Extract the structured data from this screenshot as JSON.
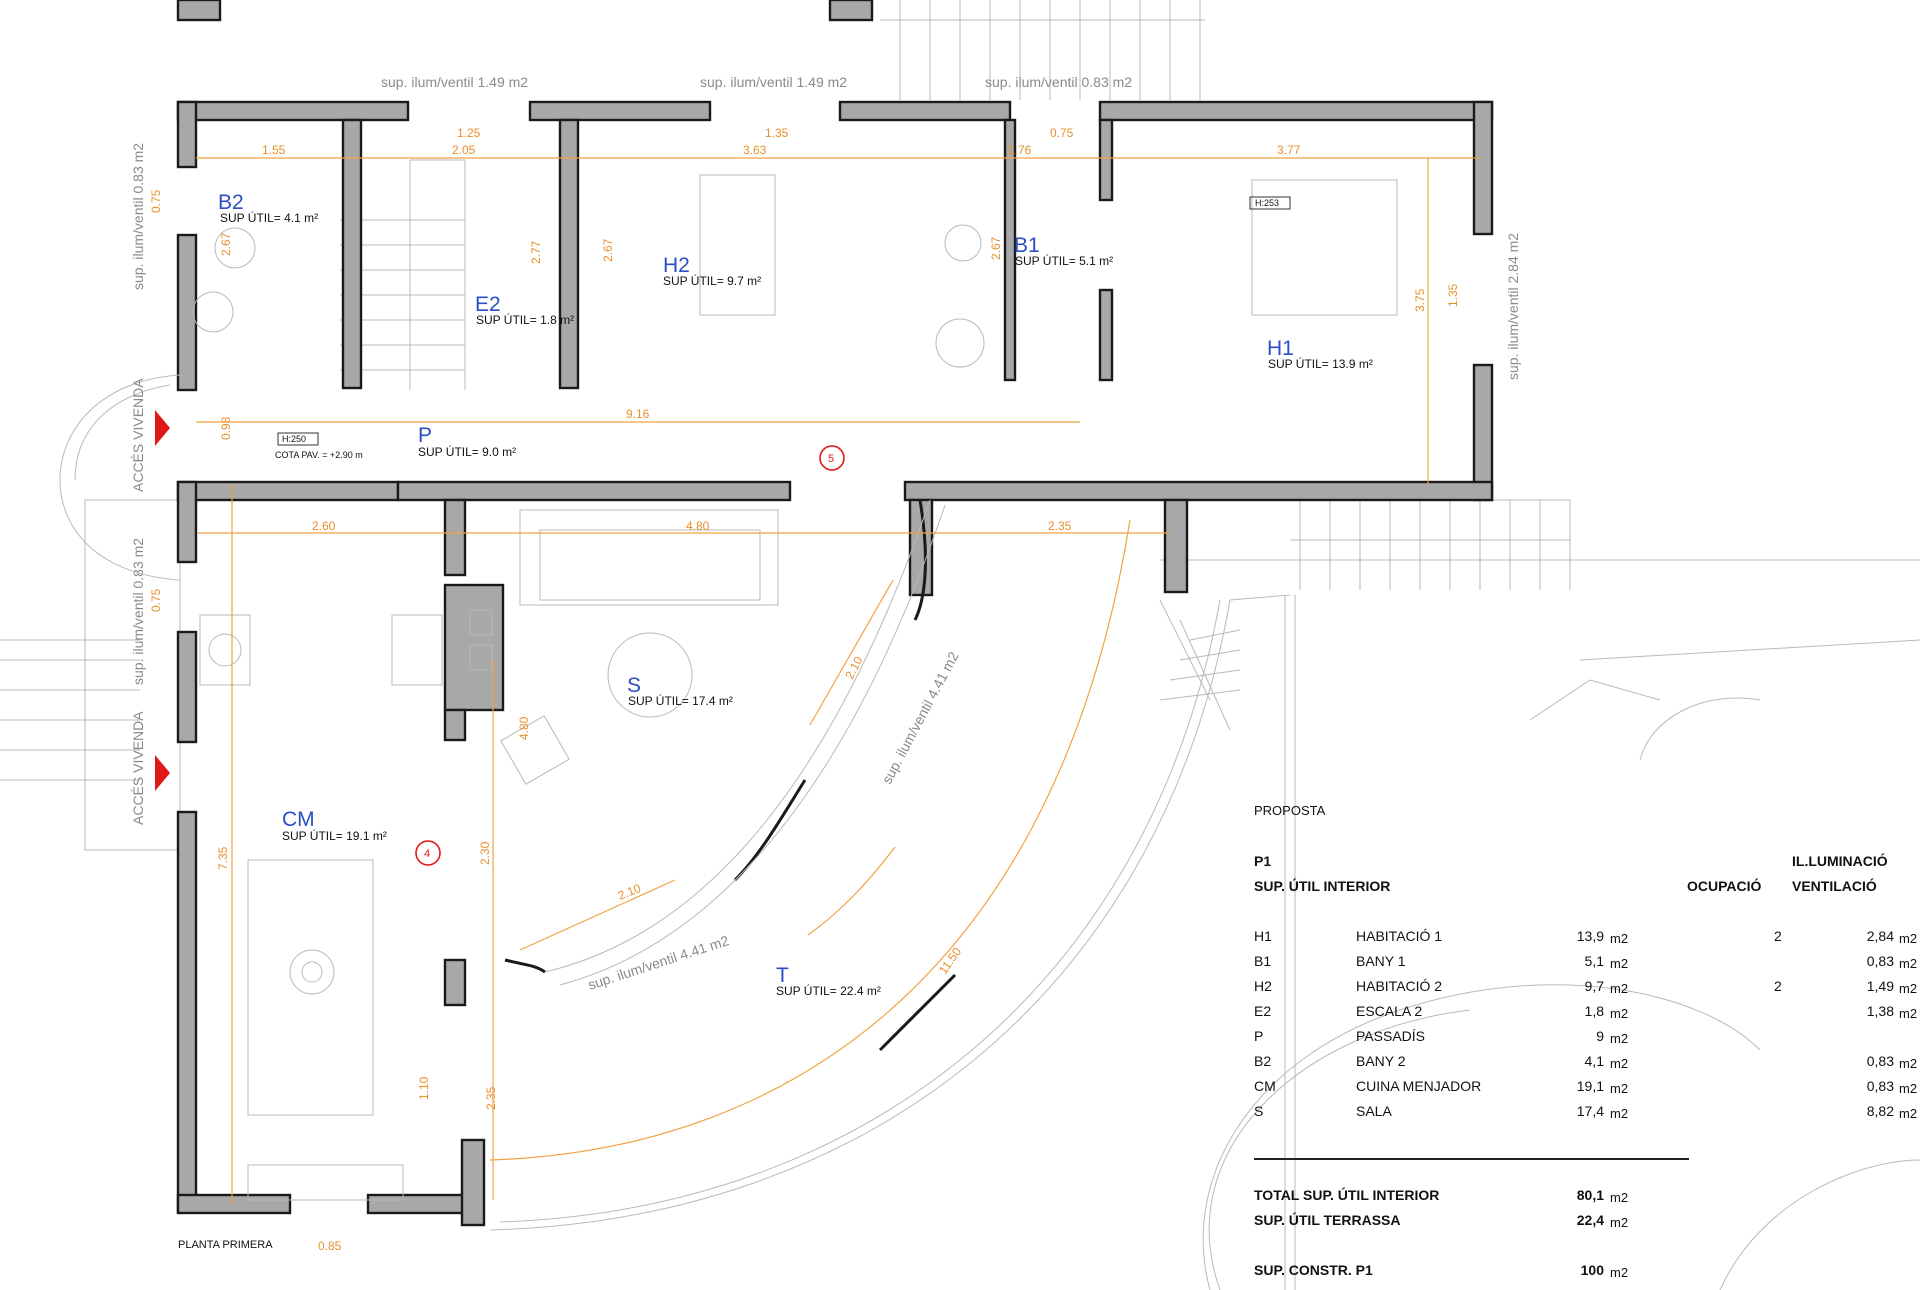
{
  "rooms": [
    {
      "code": "B2",
      "sup": "SUP ÚTIL= 4.1   m²"
    },
    {
      "code": "E2",
      "sup": "SUP ÚTIL= 1.8   m²"
    },
    {
      "code": "H2",
      "sup": "SUP ÚTIL= 9.7   m²"
    },
    {
      "code": "B1",
      "sup": "SUP ÚTIL= 5.1   m²"
    },
    {
      "code": "H1",
      "sup": "SUP ÚTIL= 13.9 m²"
    },
    {
      "code": "P",
      "sup": "SUP ÚTIL= 9.0   m²"
    },
    {
      "code": "S",
      "sup": "SUP ÚTIL= 17.4 m²"
    },
    {
      "code": "CM",
      "sup": "SUP ÚTIL= 19.1 m²"
    },
    {
      "code": "T",
      "sup": "SUP ÚTIL= 22.4 m²"
    }
  ],
  "windows": [
    "sup. ilum/ventil 1.49 m2",
    "sup. ilum/ventil 1.49 m2",
    "sup. ilum/ventil 0.83 m2",
    "sup. ilum/ventil 0.83 m2",
    "sup. ilum/ventil 2.84 m2",
    "sup. ilum/ventil 0.83 m2",
    "sup. ilum/ventil 4.41 m2",
    "sup. ilum/ventil 4.41 m2"
  ],
  "dimensions": [
    "1.55",
    "1.25",
    "2.05",
    "1.35",
    "3.63",
    "0.75",
    "1.76",
    "3.77",
    "0.75",
    "2.67",
    "2.77",
    "2.67",
    "2.67",
    "3.75",
    "1.35",
    "9.16",
    "0.98",
    "2.60",
    "4.80",
    "2.35",
    "0.75",
    "2.10",
    "4.80",
    "2.30",
    "2.10",
    "11.50",
    "7.35",
    "1.10",
    "2.35",
    "0.85"
  ],
  "access": [
    "ACCÉS VIVENDA",
    "ACCÉS VIVENDA"
  ],
  "heights": [
    "H:253",
    "H:250"
  ],
  "cota": "COTA PAV. = +2.90 m",
  "markers": [
    "5",
    "4"
  ],
  "plan_label": "PLANTA PRIMERA",
  "table": {
    "title": "PROPOSTA",
    "level": "P1",
    "col_sup": "SUP. ÚTIL INTERIOR",
    "col_ocup": "OCUPACIÓ",
    "col_il1": "IL.LUMINACIÓ",
    "col_il2": "VENTILACIÓ",
    "unit": "m2",
    "rows": [
      {
        "code": "H1",
        "name": "HABITACIÓ 1",
        "area": "13,9",
        "ocup": "2",
        "il": "2,84"
      },
      {
        "code": "B1",
        "name": "BANY 1",
        "area": "5,1",
        "ocup": "",
        "il": "0,83"
      },
      {
        "code": "H2",
        "name": "HABITACIÓ 2",
        "area": "9,7",
        "ocup": "2",
        "il": "1,49"
      },
      {
        "code": "E2",
        "name": "ESCALA 2",
        "area": "1,8",
        "ocup": "",
        "il": "1,38"
      },
      {
        "code": "P",
        "name": "PASSADÍS",
        "area": "9",
        "ocup": "",
        "il": ""
      },
      {
        "code": "B2",
        "name": "BANY 2",
        "area": "4,1",
        "ocup": "",
        "il": "0,83"
      },
      {
        "code": "CM",
        "name": "CUINA MENJADOR",
        "area": "19,1",
        "ocup": "",
        "il": "0,83"
      },
      {
        "code": "S",
        "name": "SALA",
        "area": "17,4",
        "ocup": "",
        "il": "8,82"
      }
    ],
    "totals": [
      {
        "label": "TOTAL SUP. ÚTIL INTERIOR",
        "value": "80,1"
      },
      {
        "label": "SUP. ÚTIL TERRASSA",
        "value": "22,4"
      },
      {
        "label": "SUP. CONSTR. P1",
        "value": "100"
      }
    ]
  }
}
